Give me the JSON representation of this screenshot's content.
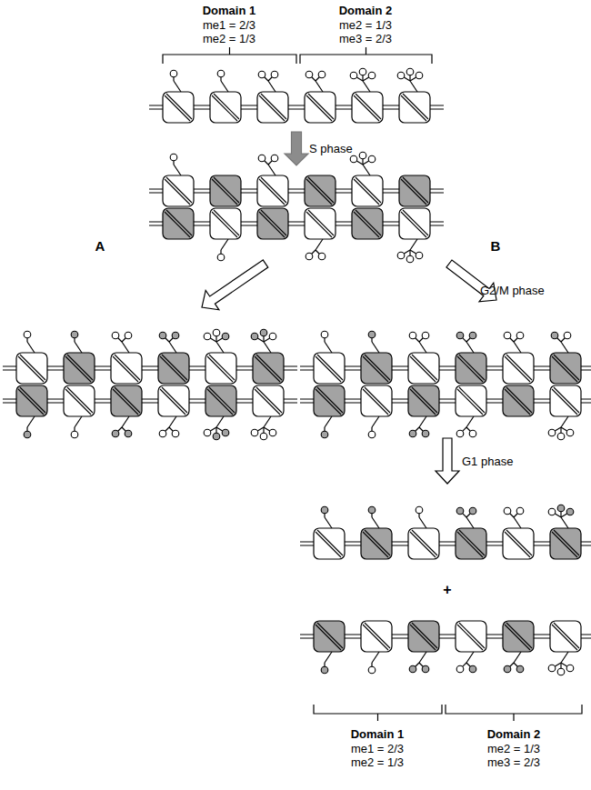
{
  "diagram": {
    "labels": [
      "Domain 1",
      "me1 = 2/3",
      "me2 = 1/3",
      "Domain 2",
      "me2 = 1/3",
      "me3 = 2/3",
      "S phase",
      "A",
      "B",
      "G2/M phase",
      "G1 phase",
      "+",
      "Domain 1",
      "me1 = 2/3",
      "me2 = 1/3",
      "Domain 2",
      "me2 = 1/3",
      "me3 = 2/3"
    ]
  }
}
